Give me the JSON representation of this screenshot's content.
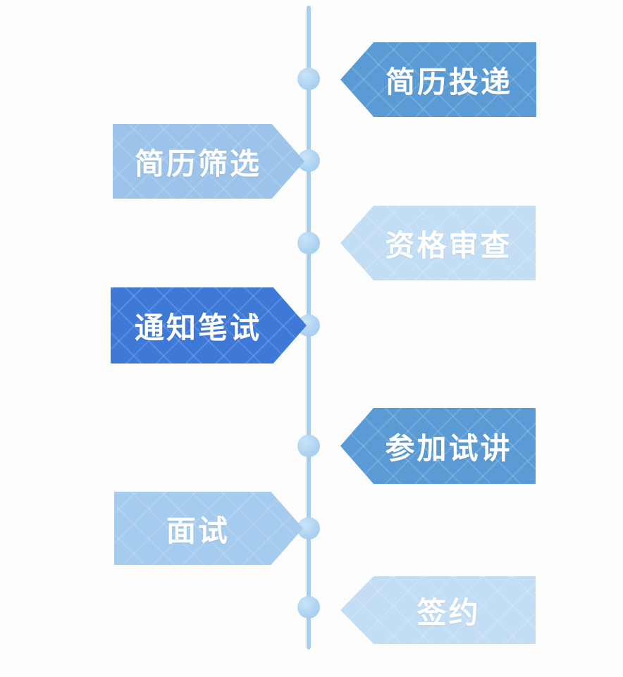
{
  "diagram": {
    "type": "vertical-timeline-flow",
    "steps": [
      {
        "label": "简历投递",
        "side": "right",
        "color": "#5b9bd5"
      },
      {
        "label": "简历筛选",
        "side": "left",
        "color": "#9cc3ea"
      },
      {
        "label": "资格审查",
        "side": "right",
        "color": "#c3def4"
      },
      {
        "label": "通知笔试",
        "side": "left",
        "color": "#3e79d8"
      },
      {
        "label": "参加试讲",
        "side": "right",
        "color": "#5b9bd5"
      },
      {
        "label": "面试",
        "side": "left",
        "color": "#a5cbee"
      },
      {
        "label": "签约",
        "side": "right",
        "color": "#c3def4"
      }
    ],
    "colors": {
      "line": "#a9cdee",
      "node": "#b3d5f1",
      "text": "#ffffff",
      "background": "#fdfdfd"
    }
  }
}
